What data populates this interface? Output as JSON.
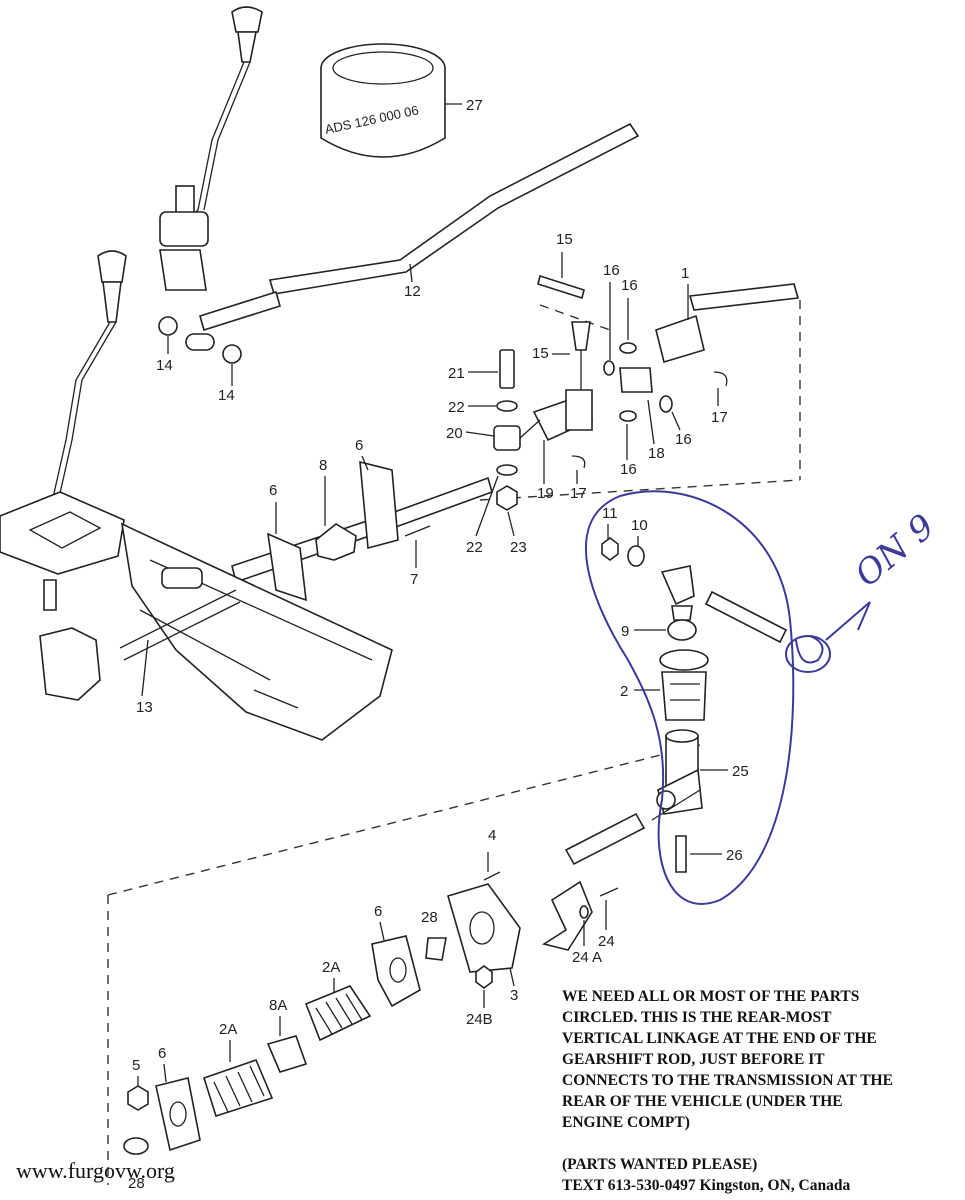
{
  "stamp_text": "ADS 126 000 06",
  "part_labels": {
    "p27": "27",
    "p12": "12",
    "p15a": "15",
    "p15b": "15",
    "p16a": "16",
    "p16b": "16",
    "p16c": "16",
    "p16d": "16",
    "p1": "1",
    "p17a": "17",
    "p17b": "17",
    "p18": "18",
    "p14a": "14",
    "p14b": "14",
    "p21": "21",
    "p22a": "22",
    "p22b": "22",
    "p20": "20",
    "p19": "19",
    "p23": "23",
    "p6a": "6",
    "p6b": "6",
    "p6c": "6",
    "p6d": "6",
    "p8": "8",
    "p7": "7",
    "p13": "13",
    "p11": "11",
    "p10": "10",
    "p9": "9",
    "p2": "2",
    "p25": "25",
    "p26": "26",
    "p4": "4",
    "p28a": "28",
    "p28b": "28",
    "p24": "24",
    "p24A": "24 A",
    "p24B": "24B",
    "p3": "3",
    "p2Aa": "2A",
    "p2Ab": "2A",
    "p8A": "8A",
    "p5": "5"
  },
  "handwriting": "ON 9",
  "note": {
    "l1": "WE NEED ALL OR MOST OF THE PARTS",
    "l2": "CIRCLED.  THIS IS THE REAR-MOST",
    "l3": "VERTICAL LINKAGE AT THE END OF THE",
    "l4": "GEARSHIFT ROD,  JUST BEFORE IT",
    "l5": "CONNECTS TO THE TRANSMISSION AT THE",
    "l6": "REAR OF THE VEHICLE (UNDER THE",
    "l7": "ENGINE COMPT)",
    "l8": "(PARTS WANTED PLEASE)",
    "l9": "TEXT 613-530-0497  Kingston, ON, Canada"
  },
  "watermark": "www.furgovw.org",
  "colors": {
    "ink": "#222222",
    "pen": "#3a3a9a"
  }
}
